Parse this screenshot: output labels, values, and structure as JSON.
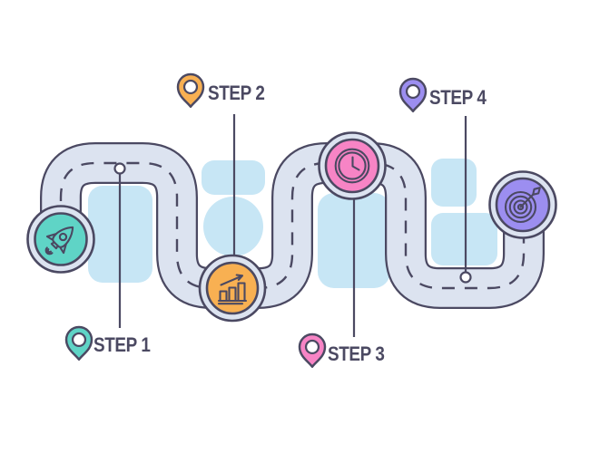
{
  "figure": {
    "kind": "roadmap-infographic",
    "background": "#ffffff"
  },
  "colors": {
    "road_fill": "#dce3f0",
    "outline_navy": "#4b4962",
    "decor_blue": "#c7e6f5",
    "label_text": "#4b4962",
    "waypoint_dot": "#ffffff"
  },
  "steps": [
    {
      "label": "STEP 1",
      "color": "#5fd4c6",
      "icon": "rocket-icon"
    },
    {
      "label": "STEP 2",
      "color": "#f8b052",
      "icon": "bar-chart-icon"
    },
    {
      "label": "STEP 3",
      "color": "#f784c5",
      "icon": "clock-icon"
    },
    {
      "label": "STEP 4",
      "color": "#9c8ef0",
      "icon": "target-icon"
    }
  ]
}
